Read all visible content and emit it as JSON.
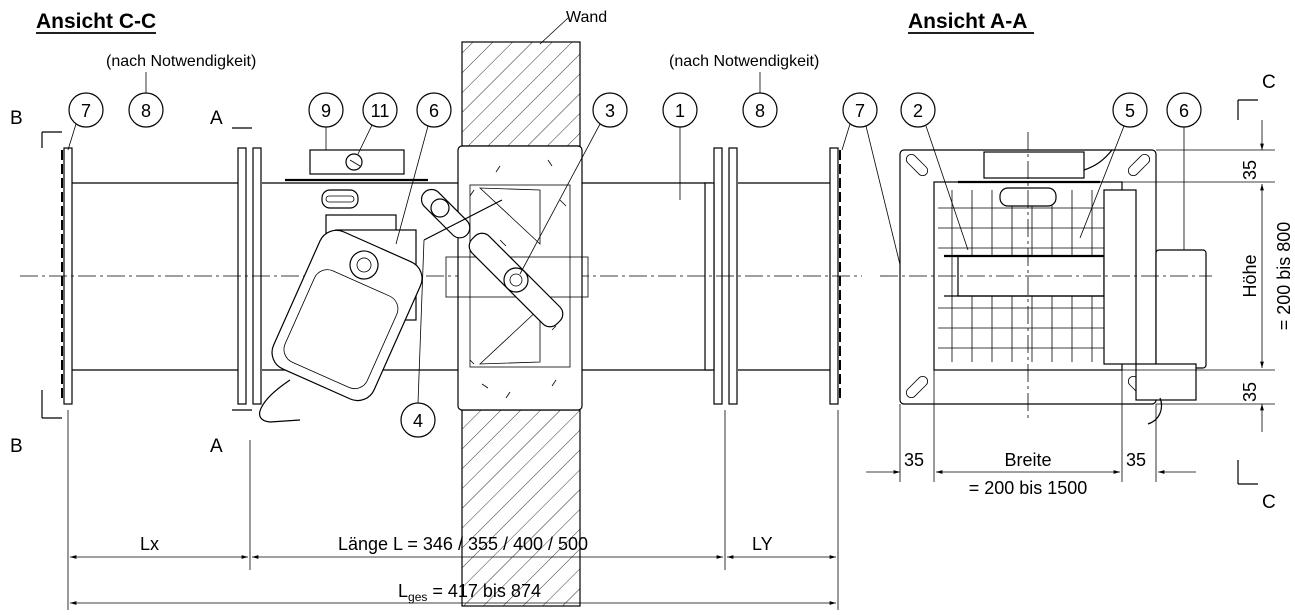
{
  "views": {
    "left_title": "Ansicht C-C",
    "right_title": "Ansicht A-A"
  },
  "labels": {
    "wall": "Wand",
    "nach_left": "(nach Notwendigkeit)",
    "nach_right": "(nach Notwendigkeit)",
    "section_b_top": "B",
    "section_b_bottom": "B",
    "section_a_top": "A",
    "section_a_bottom": "A",
    "section_c_top": "C",
    "section_c_bottom": "C"
  },
  "callouts": {
    "c7_left": "7",
    "c8_left": "8",
    "c9": "9",
    "c11": "11",
    "c6_left": "6",
    "c3": "3",
    "c1": "1",
    "c8_right": "8",
    "c7_right": "7",
    "c2": "2",
    "c5": "5",
    "c6_right": "6",
    "c4": "4"
  },
  "dimensions": {
    "lx": "Lx",
    "ly": "LY",
    "length": "Länge L = 346 / 355 / 400 / 500",
    "lges_main": "L",
    "lges_sub": "ges",
    "lges_rest": " = 417 bis 874",
    "d35_left": "35",
    "d35_right": "35",
    "breite": "Breite",
    "breite_range": "= 200 bis 1500",
    "d35_top": "35",
    "d35_bottom": "35",
    "hoehe": "Höhe",
    "hoehe_range": "= 200 bis 800"
  }
}
